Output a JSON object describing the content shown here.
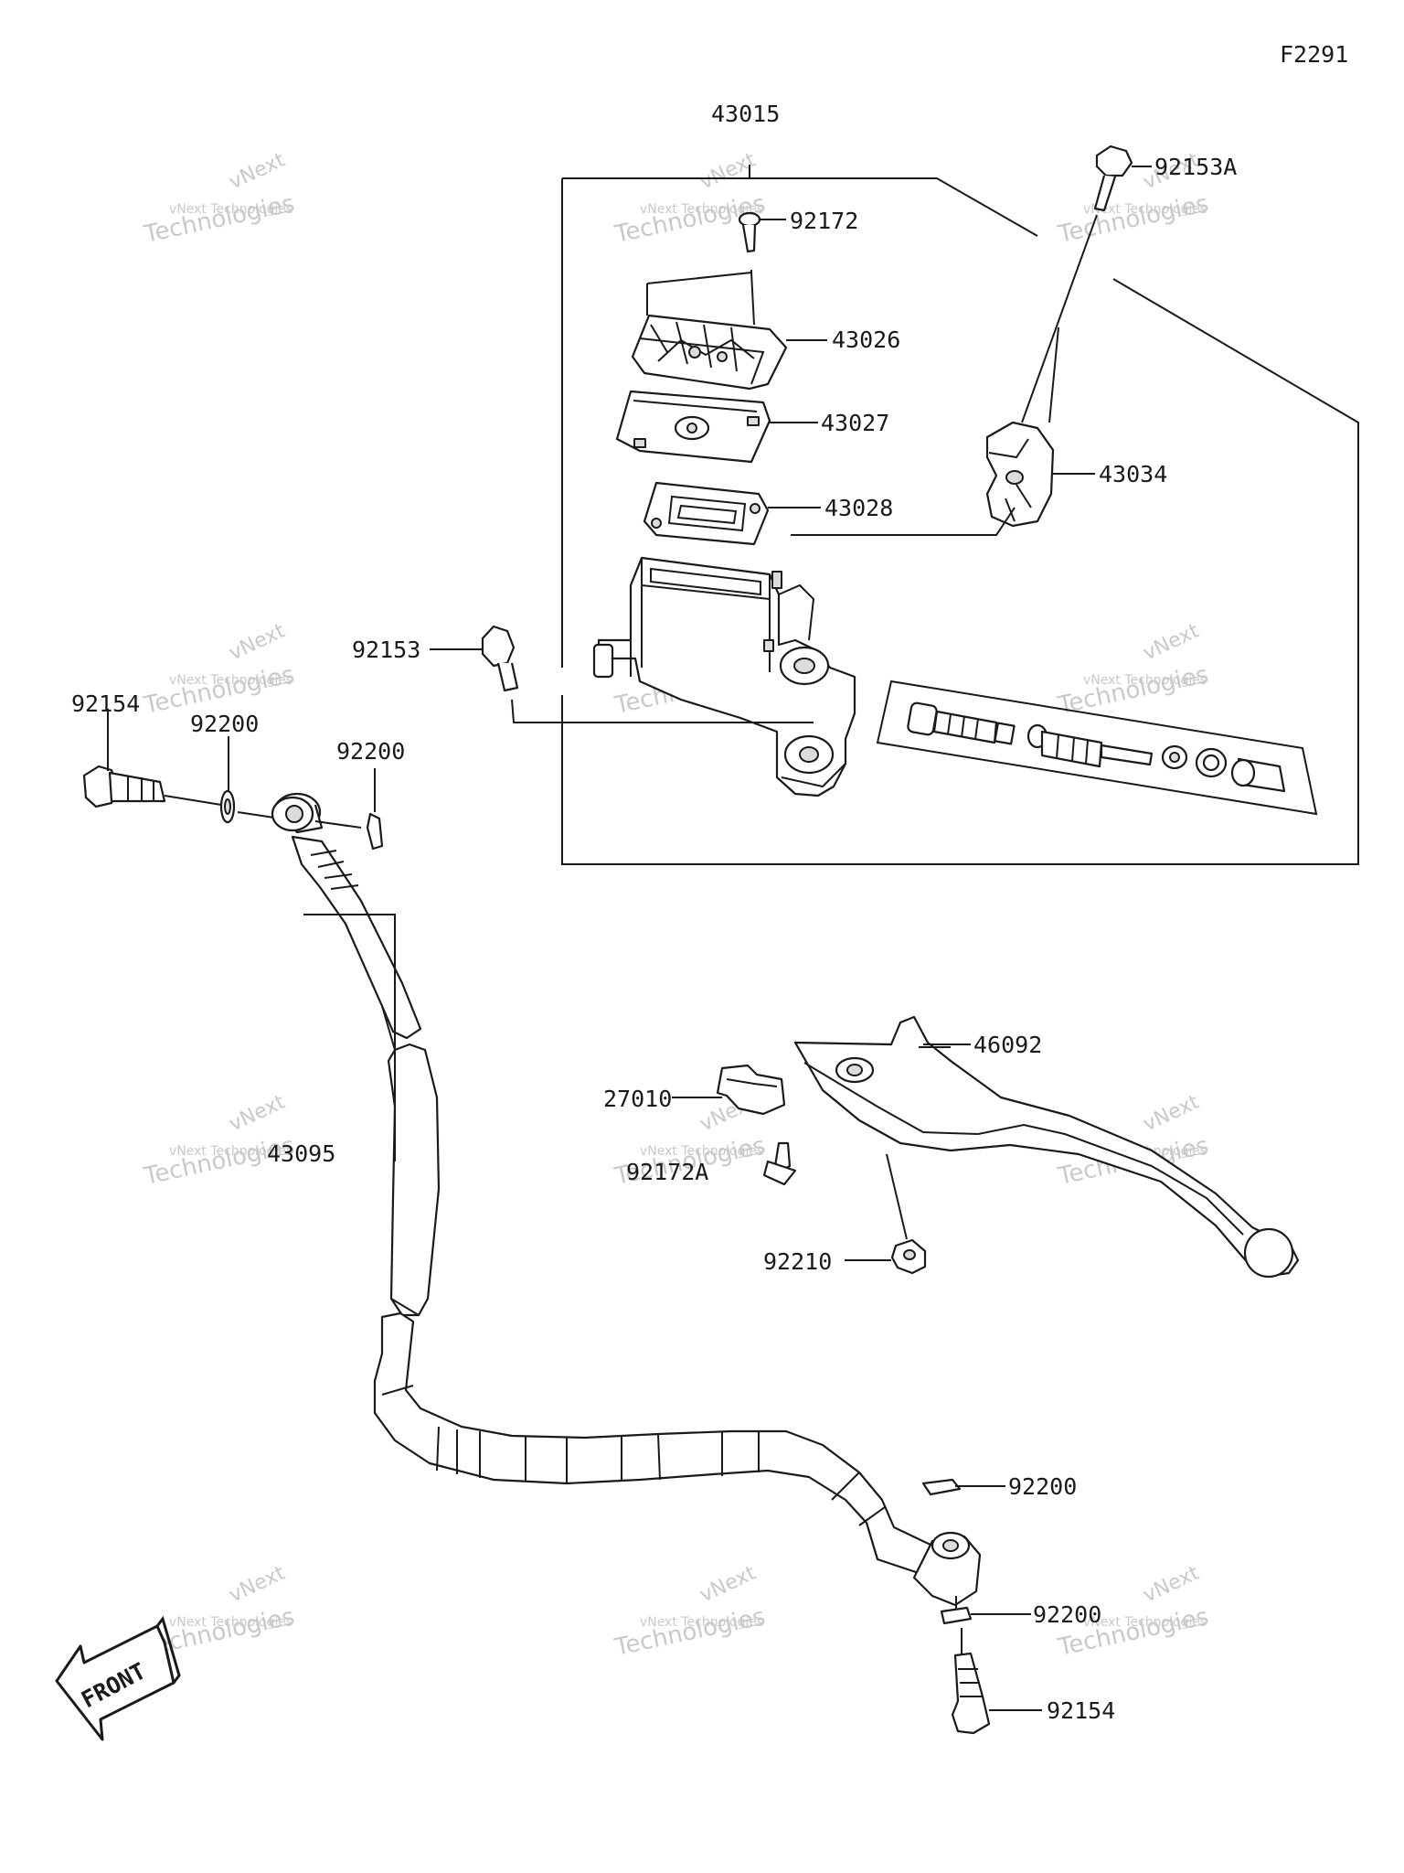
{
  "diagram": {
    "figure_code": "F2291",
    "front_label": "FRONT",
    "watermark": {
      "line1": "vNext",
      "line2": "vNext Technologies",
      "line3": "Technologies"
    },
    "labels": [
      {
        "id": "l-43015",
        "text": "43015"
      },
      {
        "id": "l-92153A",
        "text": "92153A"
      },
      {
        "id": "l-92172",
        "text": "92172"
      },
      {
        "id": "l-43026",
        "text": "43026"
      },
      {
        "id": "l-43027",
        "text": "43027"
      },
      {
        "id": "l-43028",
        "text": "43028"
      },
      {
        "id": "l-43034",
        "text": "43034"
      },
      {
        "id": "l-92153",
        "text": "92153"
      },
      {
        "id": "l-92154a",
        "text": "92154"
      },
      {
        "id": "l-92200a",
        "text": "92200"
      },
      {
        "id": "l-92200b",
        "text": "92200"
      },
      {
        "id": "l-46092",
        "text": "46092"
      },
      {
        "id": "l-27010",
        "text": "27010"
      },
      {
        "id": "l-43095",
        "text": "43095"
      },
      {
        "id": "l-92172A",
        "text": "92172A"
      },
      {
        "id": "l-92210",
        "text": "92210"
      },
      {
        "id": "l-92200c",
        "text": "92200"
      },
      {
        "id": "l-92200d",
        "text": "92200"
      },
      {
        "id": "l-92154b",
        "text": "92154"
      }
    ]
  }
}
